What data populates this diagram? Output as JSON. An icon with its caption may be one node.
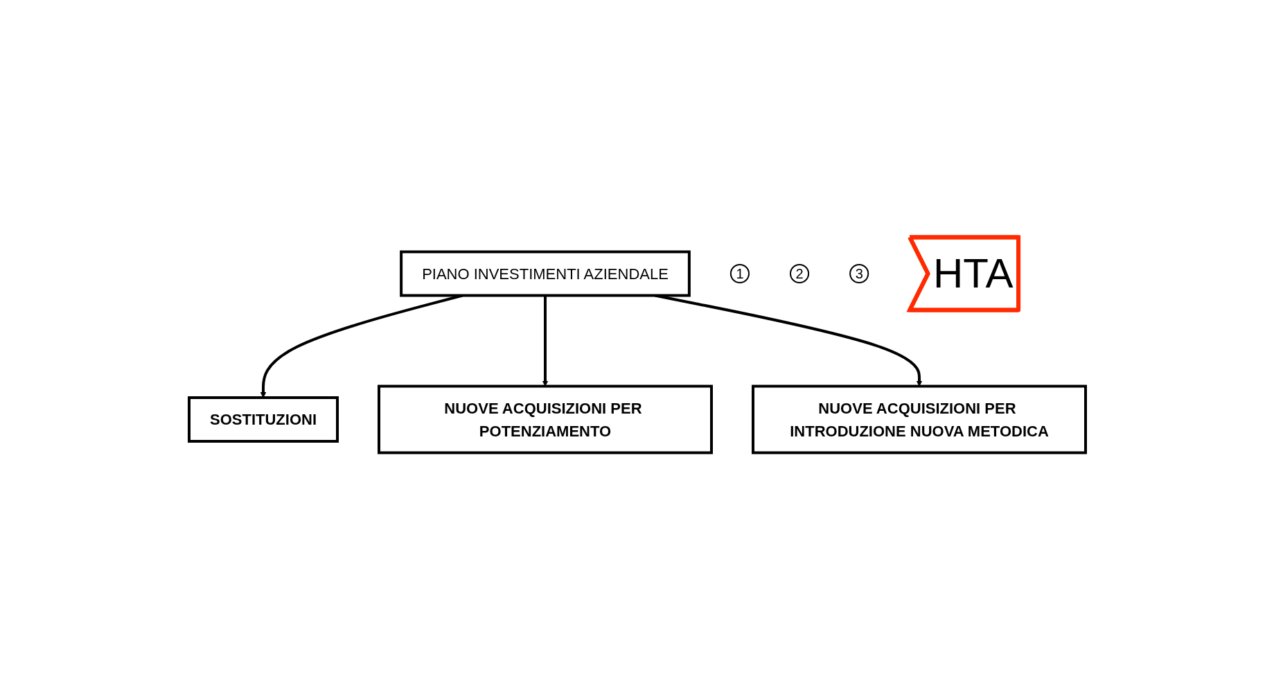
{
  "diagram": {
    "nodes": [
      {
        "text": [
          "PIANO INVESTIMENTI AZIENDALE"
        ]
      },
      {
        "text": [
          "1"
        ]
      },
      {
        "text": [
          "2"
        ]
      },
      {
        "text": [
          "3"
        ]
      },
      {
        "text": [
          "SOSTITUZIONI"
        ]
      },
      {
        "text": [
          "NUOVE ACQUISIZIONI PER POTENZIAMENTO"
        ]
      },
      {
        "text": [
          "NUOVE ACQUISIZIONI PER INTRODUZIONE NUOVA METODICA"
        ]
      },
      {
        "text": [
          "HTA"
        ]
      }
    ],
    "edges": [
      {
        "from": 0,
        "to": 4,
        "arrow": "to"
      },
      {
        "from": 0,
        "to": 5,
        "arrow": "to"
      },
      {
        "from": 0,
        "to": 6,
        "arrow": "to"
      }
    ]
  }
}
